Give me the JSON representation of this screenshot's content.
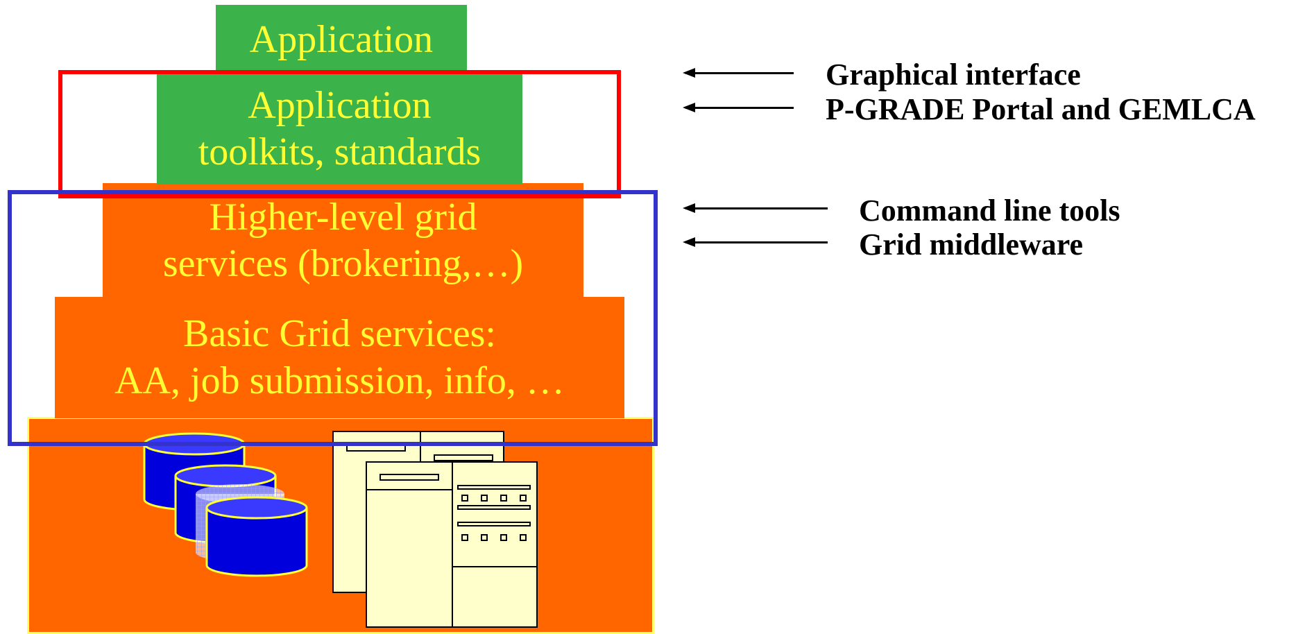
{
  "stack": {
    "application": "Application",
    "toolkits_line1": "Application",
    "toolkits_line2": "toolkits, standards",
    "higher_line1": "Higher-level grid",
    "higher_line2": "services (brokering,…)",
    "basic_line1": "Basic Grid services:",
    "basic_line2": "AA, job submission, info, …"
  },
  "labels": {
    "graphical": "Graphical interface",
    "portal": "P-GRADE Portal and GEMLCA",
    "command": "Command line tools",
    "middleware": "Grid middleware"
  },
  "colors": {
    "green": "#3cb34a",
    "orange": "#ff6600",
    "text_yellow": "#ffff33",
    "red_frame": "#ff0000",
    "blue_frame": "#3333cc",
    "disk_blue": "#0000dd",
    "server_fill": "#ffffcc"
  },
  "icons": [
    "storage-disks-icon",
    "server-rack-icon"
  ]
}
